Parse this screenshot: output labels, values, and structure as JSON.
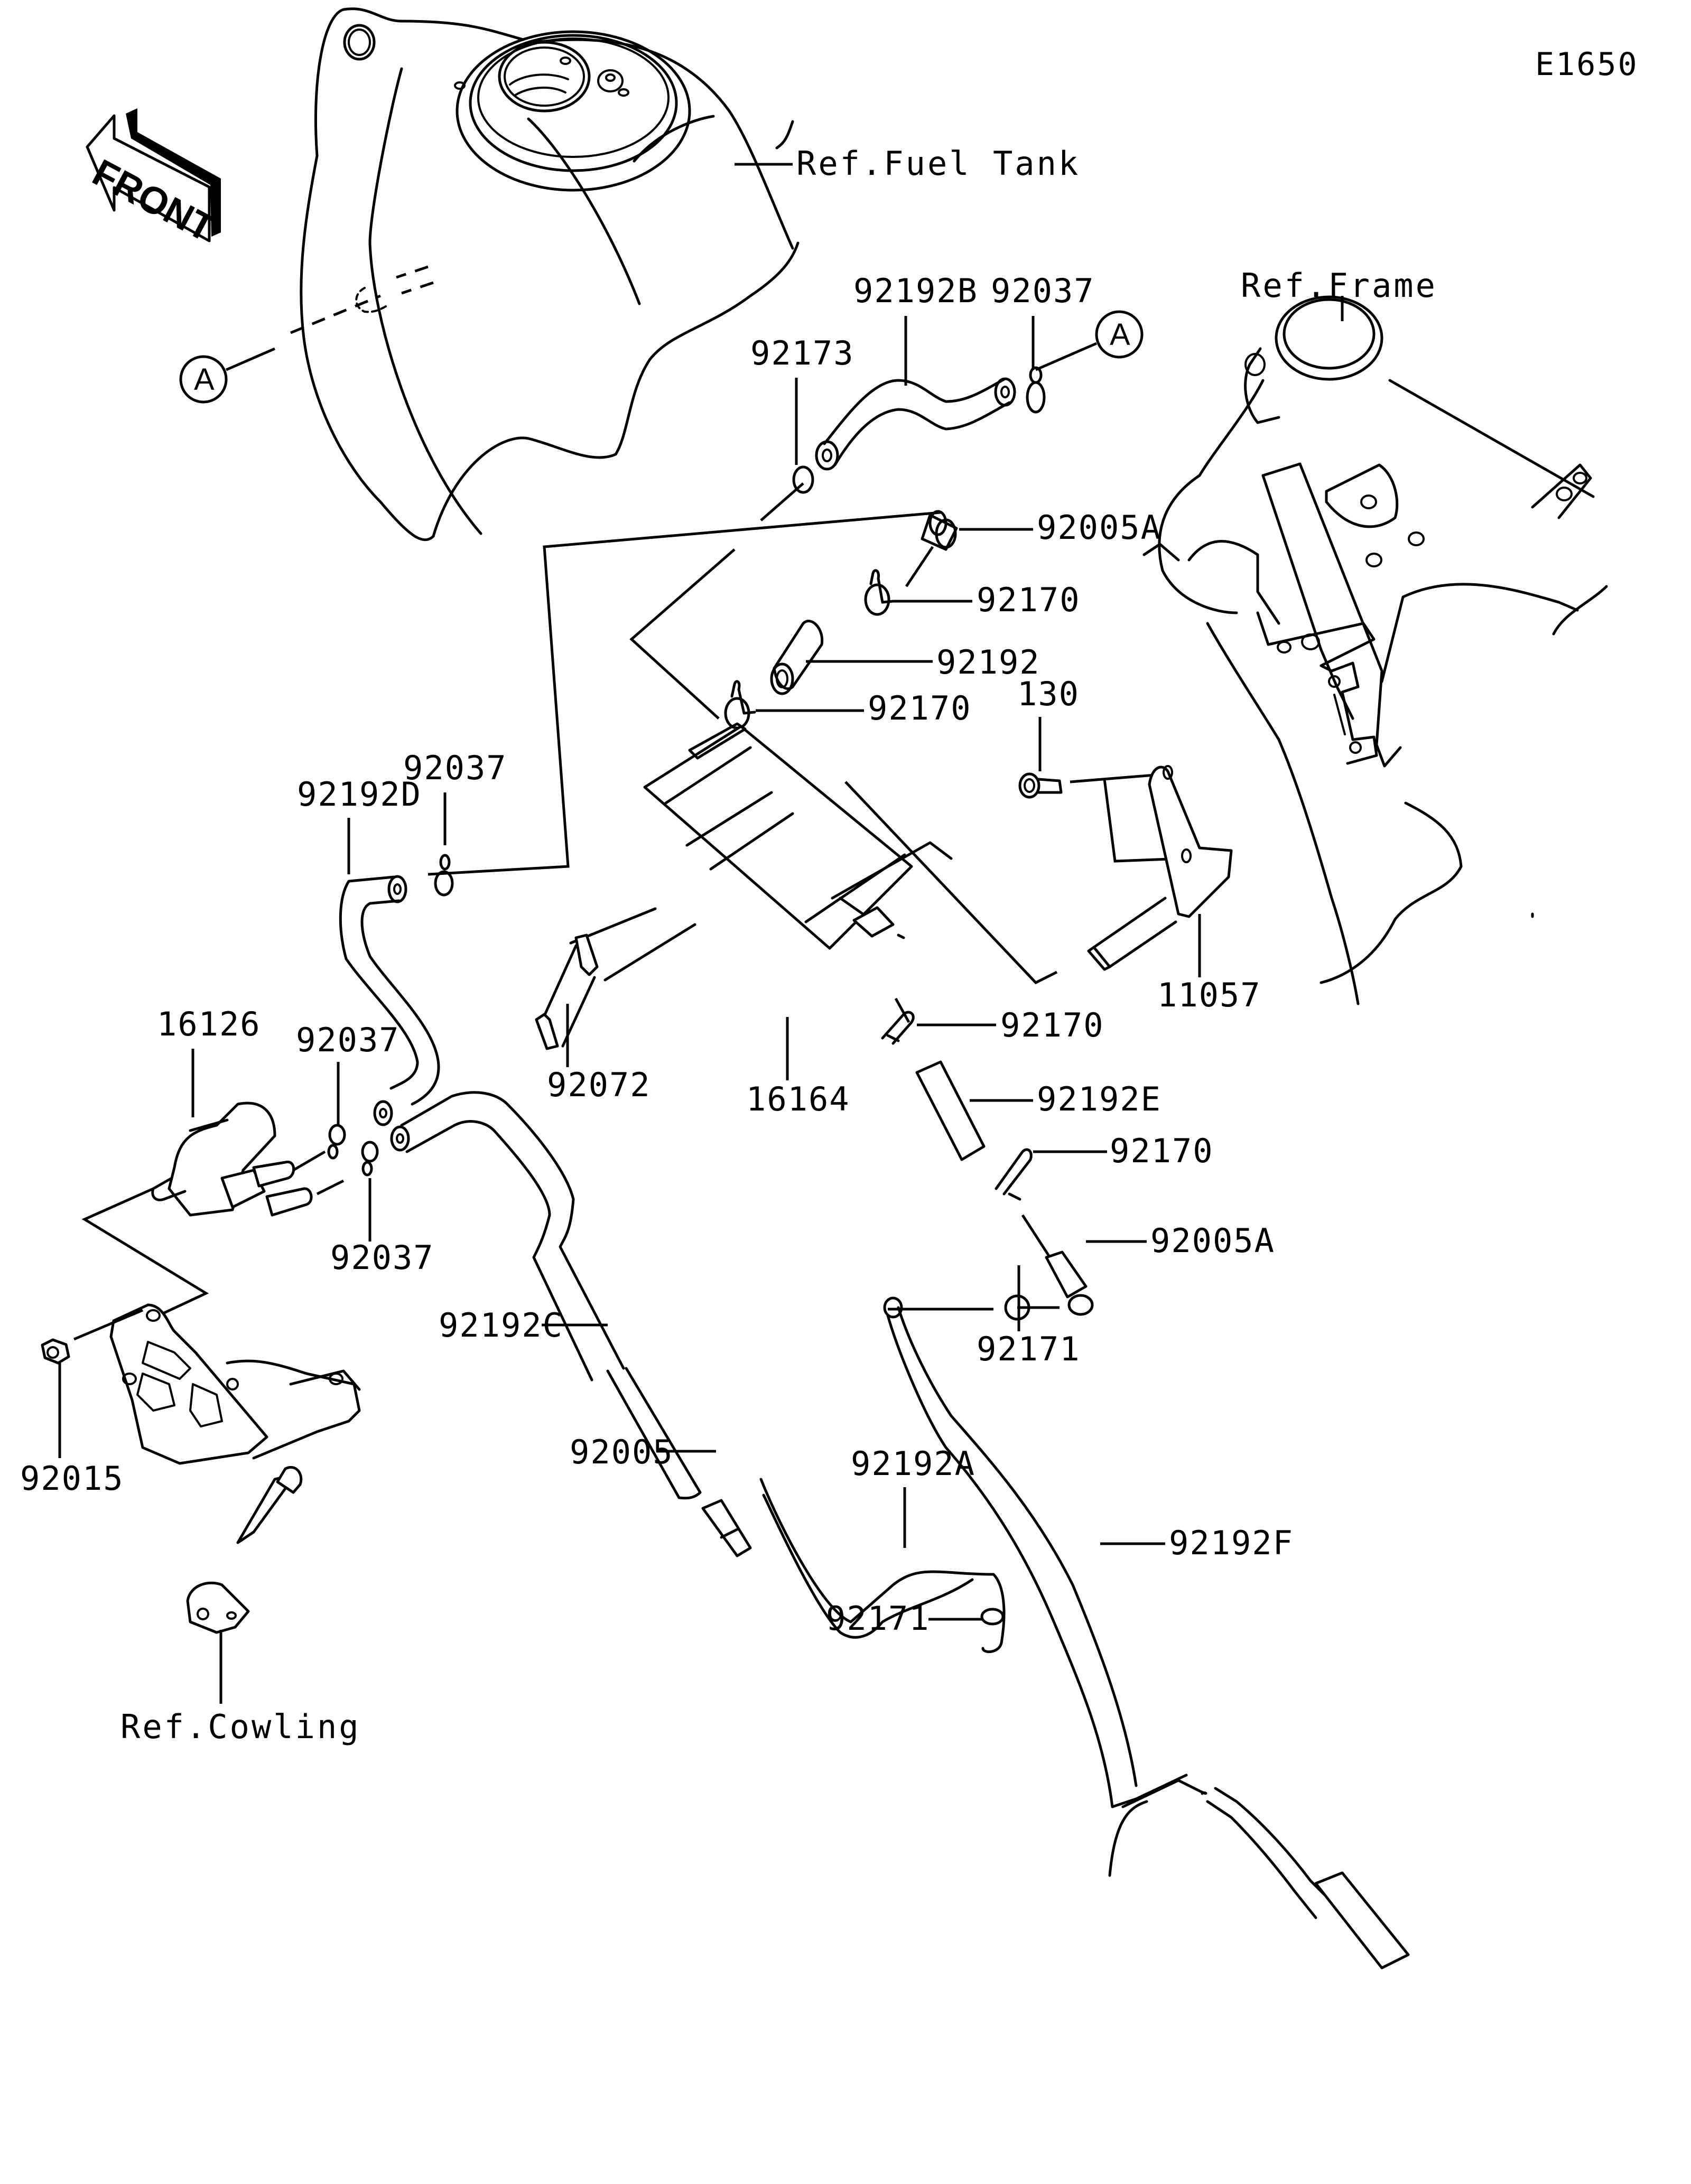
{
  "diagram": {
    "code": "E1650",
    "front_arrow": "FRONT",
    "references": {
      "fuel_tank": "Ref.Fuel Tank",
      "frame": "Ref.Frame",
      "cowling": "Ref.Cowling"
    },
    "connection_markers": [
      {
        "id": "marker-a-left",
        "label": "A"
      },
      {
        "id": "marker-a-right",
        "label": "A"
      }
    ],
    "parts": [
      {
        "id": "p-92192B",
        "number": "92192B"
      },
      {
        "id": "p-92037-top",
        "number": "92037"
      },
      {
        "id": "p-92173",
        "number": "92173"
      },
      {
        "id": "p-92005A-top",
        "number": "92005A"
      },
      {
        "id": "p-92170-a",
        "number": "92170"
      },
      {
        "id": "p-92192",
        "number": "92192"
      },
      {
        "id": "p-92170-b",
        "number": "92170"
      },
      {
        "id": "p-130",
        "number": "130"
      },
      {
        "id": "p-92192D",
        "number": "92192D"
      },
      {
        "id": "p-92037-mid",
        "number": "92037"
      },
      {
        "id": "p-16126",
        "number": "16126"
      },
      {
        "id": "p-92037-left",
        "number": "92037"
      },
      {
        "id": "p-92037-low",
        "number": "92037"
      },
      {
        "id": "p-92072",
        "number": "92072"
      },
      {
        "id": "p-16164",
        "number": "16164"
      },
      {
        "id": "p-92170-c",
        "number": "92170"
      },
      {
        "id": "p-11057",
        "number": "11057"
      },
      {
        "id": "p-92192E",
        "number": "92192E"
      },
      {
        "id": "p-92170-d",
        "number": "92170"
      },
      {
        "id": "p-92005A-low",
        "number": "92005A"
      },
      {
        "id": "p-92171-a",
        "number": "92171"
      },
      {
        "id": "p-92192C",
        "number": "92192C"
      },
      {
        "id": "p-92015",
        "number": "92015"
      },
      {
        "id": "p-92005",
        "number": "92005"
      },
      {
        "id": "p-92192A",
        "number": "92192A"
      },
      {
        "id": "p-92192F",
        "number": "92192F"
      },
      {
        "id": "p-92171-b",
        "number": "92171"
      }
    ]
  }
}
